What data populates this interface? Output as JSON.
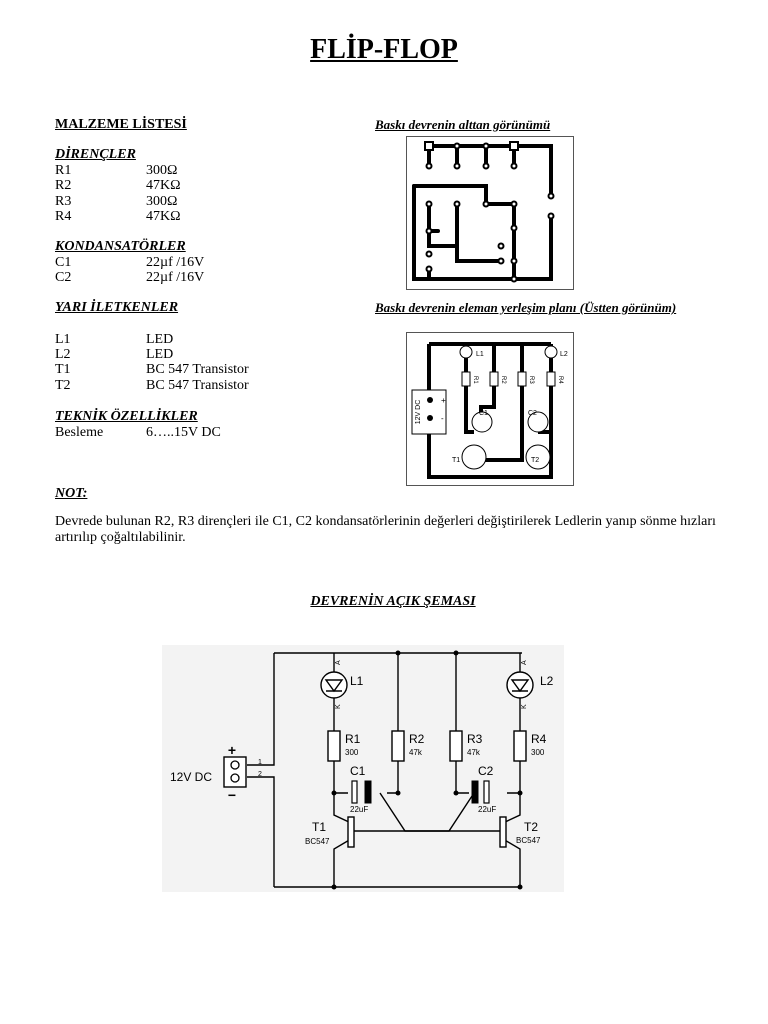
{
  "title": "FLİP-FLOP",
  "material_list": {
    "heading": "MALZEME LİSTESİ",
    "sections": [
      {
        "heading": "DİRENÇLER",
        "items": [
          {
            "ref": "R1",
            "value": "300Ω"
          },
          {
            "ref": "R2",
            "value": "47KΩ"
          },
          {
            "ref": "R3",
            "value": "300Ω"
          },
          {
            "ref": "R4",
            "value": "47KΩ"
          }
        ]
      },
      {
        "heading": "KONDANSATÖRLER",
        "items": [
          {
            "ref": "C1",
            "value": "22µf /16V"
          },
          {
            "ref": "C2",
            "value": "22µf /16V"
          }
        ]
      },
      {
        "heading": "YARI İLETKENLER",
        "items": [
          {
            "ref": "L1",
            "value": "LED"
          },
          {
            "ref": "L2",
            "value": "LED"
          },
          {
            "ref": "T1",
            "value": "BC 547 Transistor"
          },
          {
            "ref": "T2",
            "value": "BC 547 Transistor"
          }
        ]
      },
      {
        "heading": "TEKNİK ÖZELLİKLER",
        "items": [
          {
            "ref": "Besleme",
            "value": "6…..15V DC"
          }
        ]
      }
    ]
  },
  "pcb_bottom": {
    "caption": "Baskı devrenin alttan görünümü"
  },
  "pcb_top": {
    "caption": "Baskı devrenin eleman yerleşim planı (Üstten görünüm)",
    "labels": {
      "l1": "L1",
      "l2": "L2",
      "r1": "R1",
      "r2": "R2",
      "r3": "R3",
      "r4": "R4",
      "c1": "C1",
      "c2": "C2",
      "t1": "T1",
      "t2": "T2",
      "dc": "12V DC",
      "plus": "+",
      "minus": "-"
    }
  },
  "note": {
    "heading": "NOT:",
    "text": "Devrede bulunan R2, R3 dirençleri ile C1, C2 kondansatörlerinin değerleri değiştirilerek Ledlerin yanıp sönme hızları artırılıp çoğaltılabilinir."
  },
  "schematic": {
    "heading": "DEVRENİN AÇIK ŞEMASI",
    "labels": {
      "supply": "12V DC",
      "plus": "+",
      "minus": "−",
      "pin1": "1",
      "pin2": "2",
      "l1": "L1",
      "l2": "L2",
      "anode": "A",
      "cathode": "K",
      "r1": "R1",
      "r1v": "300",
      "r2": "R2",
      "r2v": "47k",
      "r3": "R3",
      "r3v": "47k",
      "r4": "R4",
      "r4v": "300",
      "c1": "C1",
      "c1v": "22uF",
      "c2": "C2",
      "c2v": "22uF",
      "t1": "T1",
      "t1v": "BC547",
      "t2": "T2",
      "t2v": "BC547"
    }
  }
}
